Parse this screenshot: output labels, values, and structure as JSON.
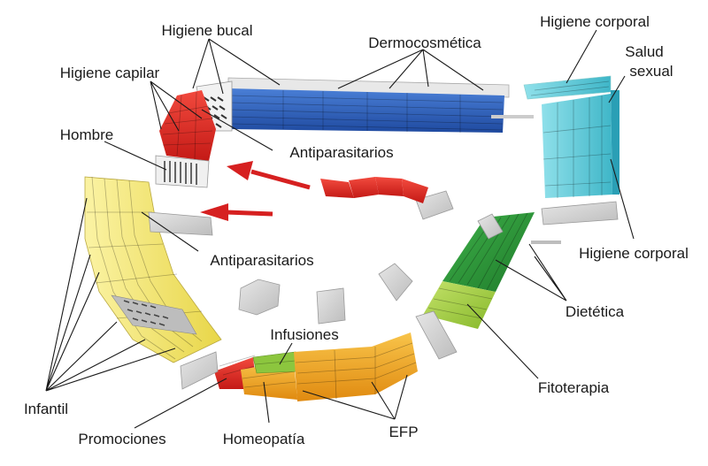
{
  "labels": {
    "higiene_bucal": "Higiene bucal",
    "dermocosmetica": "Dermocosmética",
    "higiene_corporal_top": "Higiene corporal",
    "salud_sexual_1": "Salud",
    "salud_sexual_2": "sexual",
    "higiene_capilar": "Higiene capilar",
    "hombre": "Hombre",
    "antiparasitarios_top": "Antiparasitarios",
    "antiparasitarios_left": "Antiparasitarios",
    "higiene_corporal_right": "Higiene corporal",
    "dietetica": "Dietética",
    "fitoterapia": "Fitoterapia",
    "infusiones": "Infusiones",
    "infantil": "Infantil",
    "promociones": "Promociones",
    "homeopatia": "Homeopatía",
    "efp": "EFP"
  },
  "colors": {
    "dermocosmetica": "#2f5fb8",
    "higiene_corporal": "#5cc8d6",
    "higiene_capilar": "#e02a24",
    "antiparasitarios": "#e02a24",
    "infantil": "#f2e66a",
    "dietetica": "#2e9b3a",
    "fitoterapia": "#9ccc3a",
    "homeopatia": "#f0a018",
    "efp": "#f2b224",
    "promociones": "#e02a24",
    "arrow": "#d62020",
    "block": "#c8c8c8"
  }
}
